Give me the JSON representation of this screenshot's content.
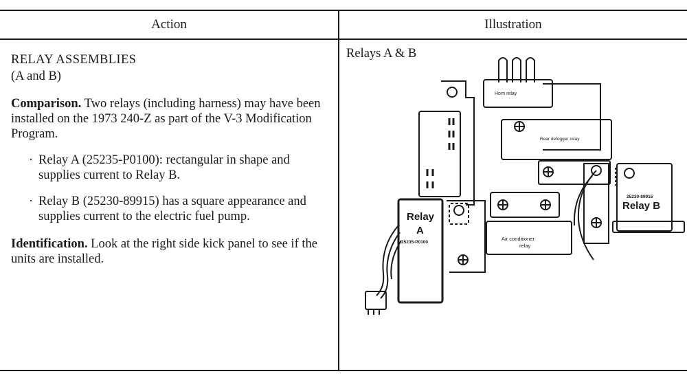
{
  "table": {
    "header": {
      "action": "Action",
      "illustration": "Illustration"
    }
  },
  "action": {
    "title": "RELAY ASSEMBLIES",
    "subtitle": "(A and B)",
    "comparison_lead": "Comparison.",
    "comparison_text": "Two relays (including harness) may have been installed on the 1973 240-Z as part of the V-3 Modification Program.",
    "bullets": [
      "Relay A (25235-P0100): rectangular in shape and supplies current to Relay B.",
      "Relay B (25230-89915) has a square appearance and supplies current to the electric fuel pump."
    ],
    "bullet_marker": "·",
    "identification_lead": "Identification.",
    "identification_text": "Look at the right side kick panel to see if the units are installed."
  },
  "illustration": {
    "caption": "Relays A & B",
    "labels": {
      "horn_relay": "Horn relay",
      "rear_defogger": "Rear defogger relay",
      "air_conditioner_1": "Air conditioner",
      "air_conditioner_2": "relay",
      "relay_a_1": "Relay",
      "relay_a_2": "A",
      "relay_a_part": "25235-P0100",
      "relay_b": "Relay B",
      "relay_b_part": "25230-89915"
    }
  }
}
